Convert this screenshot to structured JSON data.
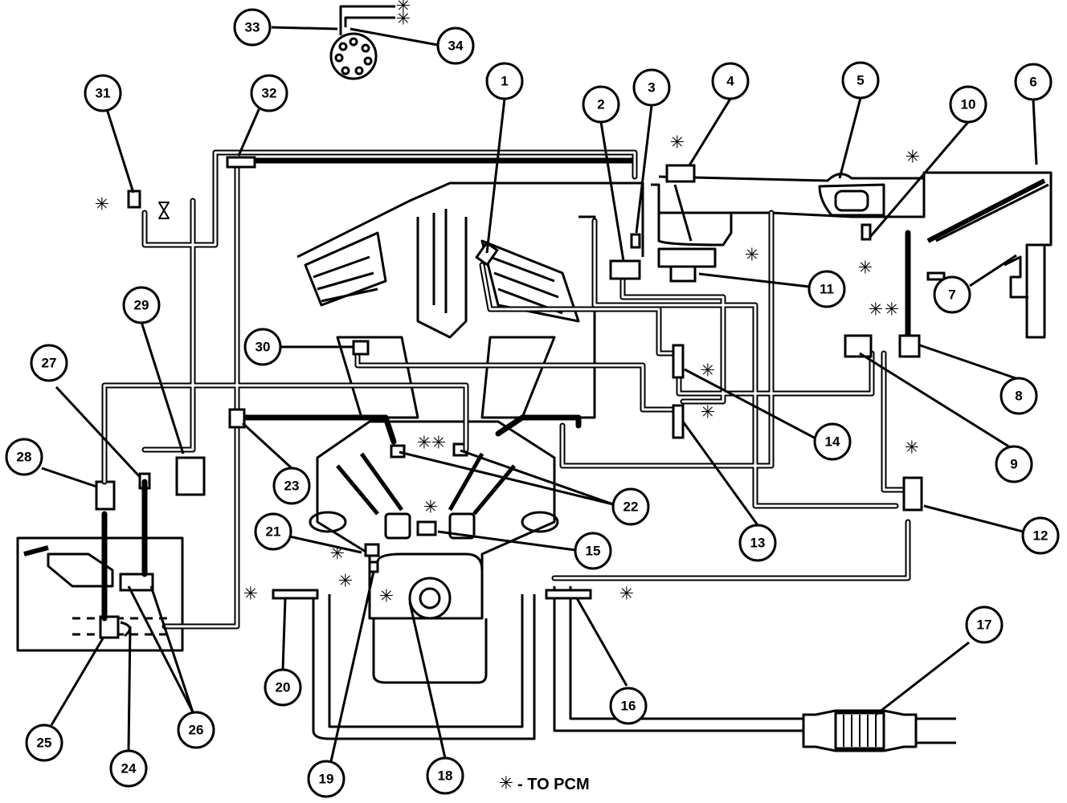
{
  "diagram": {
    "legend": {
      "symbol": "✳",
      "text": "- TO PCM"
    },
    "pcm_marker": "✳",
    "callouts": [
      "1",
      "2",
      "3",
      "4",
      "5",
      "6",
      "7",
      "8",
      "9",
      "10",
      "11",
      "12",
      "13",
      "14",
      "15",
      "16",
      "17",
      "18",
      "19",
      "20",
      "21",
      "22",
      "23",
      "24",
      "25",
      "26",
      "27",
      "28",
      "29",
      "30",
      "31",
      "32",
      "33",
      "34"
    ]
  }
}
